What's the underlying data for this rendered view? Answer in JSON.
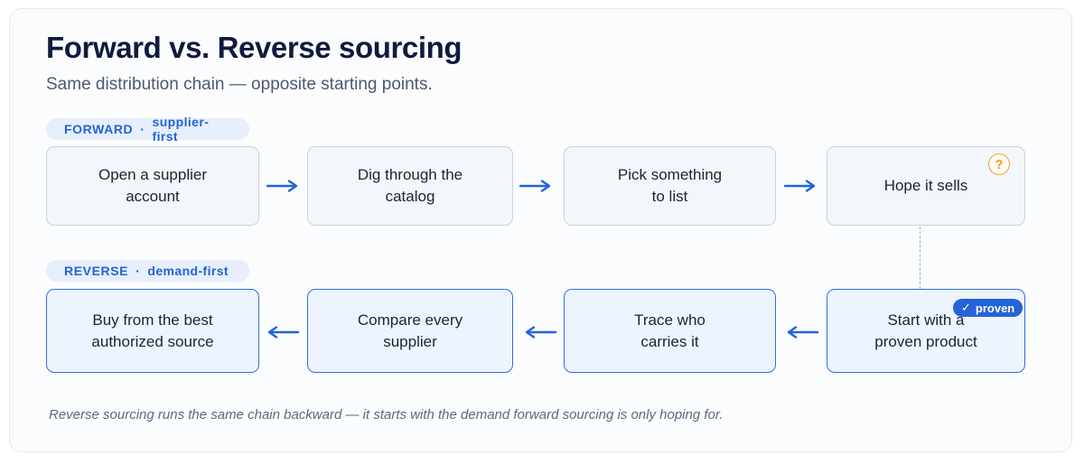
{
  "header": {
    "title": "Forward vs. Reverse sourcing",
    "subtitle": "Same distribution chain — opposite starting points."
  },
  "forward": {
    "tag": "FORWARD",
    "separator": "·",
    "tag_detail": "supplier-first",
    "steps": [
      "Open a supplier account",
      "Dig through the catalog",
      "Pick something to list",
      "Hope it sells"
    ],
    "uncertain_badge": "?",
    "arrow_direction": "right"
  },
  "reverse": {
    "tag": "REVERSE",
    "separator": "·",
    "tag_detail": "demand-first",
    "steps": [
      "Buy from the best authorized source",
      "Compare every supplier",
      "Trace who carries it",
      "Start with a proven product"
    ],
    "proven_badge": {
      "check": "✓",
      "label": "proven"
    },
    "arrow_direction": "left"
  },
  "footnote": "Reverse sourcing runs the same chain backward — it starts with the demand forward sourcing is only hoping for.",
  "colors": {
    "accent": "#2563d8",
    "title": "#0f1b3d",
    "warning": "#f0a13a"
  }
}
